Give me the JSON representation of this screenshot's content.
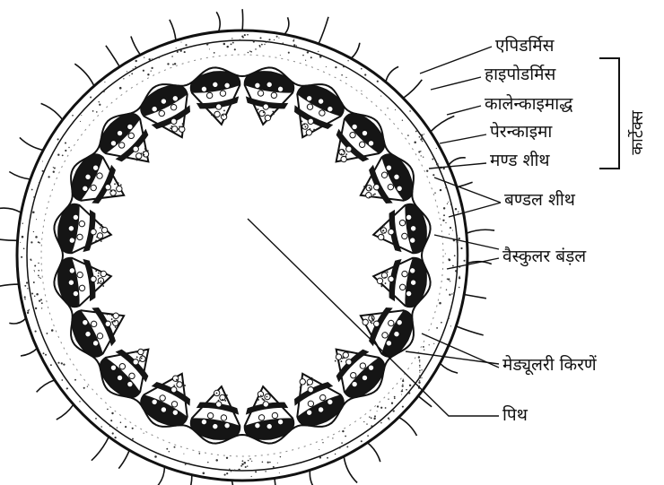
{
  "labels": {
    "epidermis": "एपिडर्मिस",
    "hypodermis": "हाइपोडर्मिस",
    "collenchyma": "कालेन्काइमाद्ध",
    "parenchyma": "पेरन्काइमा",
    "starch_sheath": "मण्ड शीथ",
    "bundle_sheath": "बण्डल शीथ",
    "vascular_bundle": "वैस्कुलर बंड़ल",
    "medullary_rays": "मेड्यूलरी किरणें",
    "pith": "पिथ",
    "cortex": "कार्टेक्स"
  },
  "figure": {
    "vascular_bundle_count": 20
  }
}
